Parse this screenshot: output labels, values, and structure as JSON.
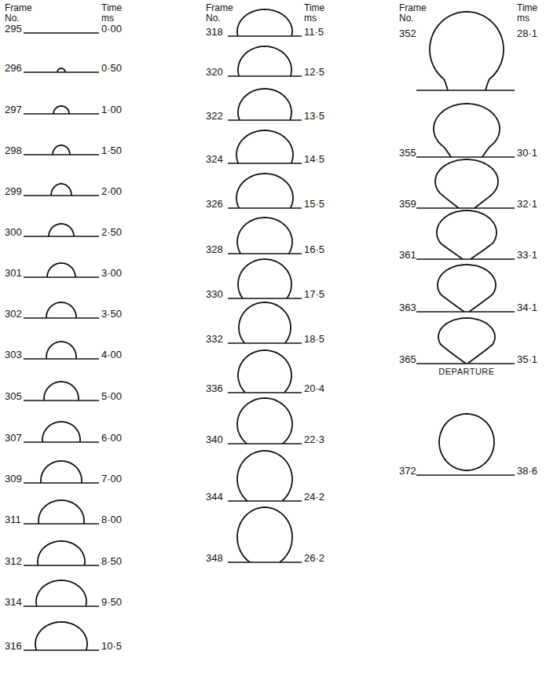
{
  "diagram": {
    "labels": [
      "Frame No.",
      "Time ms",
      "295",
      "0·00",
      "296",
      "0·50",
      "297",
      "1·00",
      "298",
      "1·50",
      "299",
      "2·00",
      "300",
      "2·50",
      "301",
      "3·00",
      "302",
      "3·50",
      "303",
      "4·00",
      "305",
      "5·00",
      "307",
      "6·00",
      "309",
      "7·00",
      "311",
      "8·00",
      "312",
      "8·50",
      "314",
      "9·50",
      "316",
      "10·5",
      "Frame No.",
      "Time ms",
      "318",
      "11·5",
      "320",
      "12·5",
      "322",
      "13·5",
      "324",
      "14·5",
      "326",
      "15·5",
      "328",
      "16·5",
      "330",
      "17·5",
      "332",
      "18·5",
      "336",
      "20·4",
      "340",
      "22·3",
      "344",
      "24·2",
      "348",
      "26·2",
      "Frame No.",
      "Time ms",
      "352",
      "28·1",
      "355",
      "30·1",
      "359",
      "32·1",
      "361",
      "33·1",
      "363",
      "34·1",
      "365",
      "35·1",
      "DEPARTURE",
      "372",
      "38·6"
    ]
  }
}
